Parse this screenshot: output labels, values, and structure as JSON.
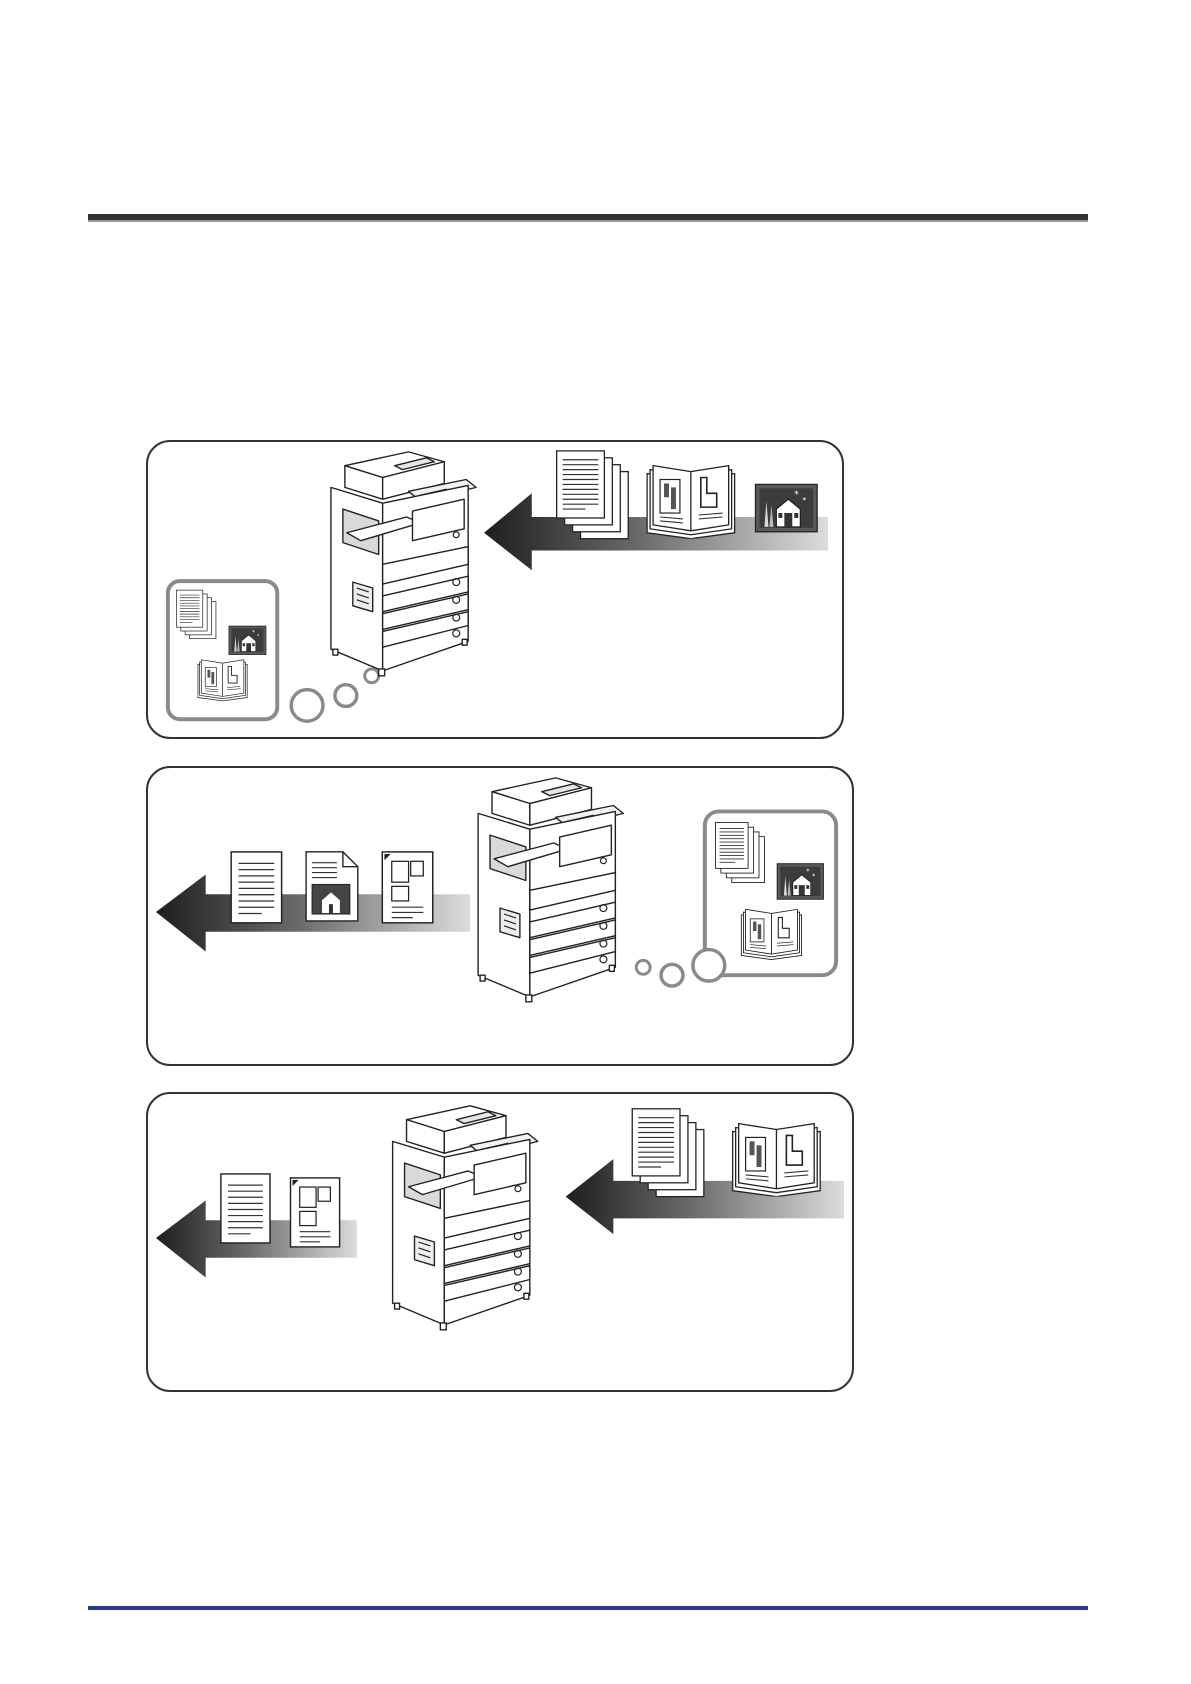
{
  "colors": {
    "frame": "#333333",
    "top_rule": "#333333",
    "bottom_rule": "#2b3d86",
    "bubble": "#8a8a8a",
    "arrow_dark": "#1e1e1e",
    "arrow_light": "#d8d8d8"
  },
  "panels": [
    {
      "scene": "scan-in",
      "arrow_direction": "left",
      "input_items": [
        "text-document-stack-icon",
        "booklet-icon",
        "photo-icon"
      ],
      "thought_bubble_items": [
        "text-document-stack-icon",
        "photo-icon",
        "booklet-icon"
      ]
    },
    {
      "scene": "send-out",
      "arrow_direction": "left",
      "output_items": [
        "text-document-icon",
        "mixed-document-icon",
        "layout-document-icon"
      ],
      "thought_bubble_items": [
        "text-document-stack-icon",
        "photo-icon",
        "booklet-icon"
      ]
    },
    {
      "scene": "copy",
      "arrow_direction": "left",
      "input_items": [
        "text-document-stack-icon",
        "booklet-icon"
      ],
      "output_items": [
        "text-document-icon",
        "layout-document-icon"
      ]
    }
  ]
}
